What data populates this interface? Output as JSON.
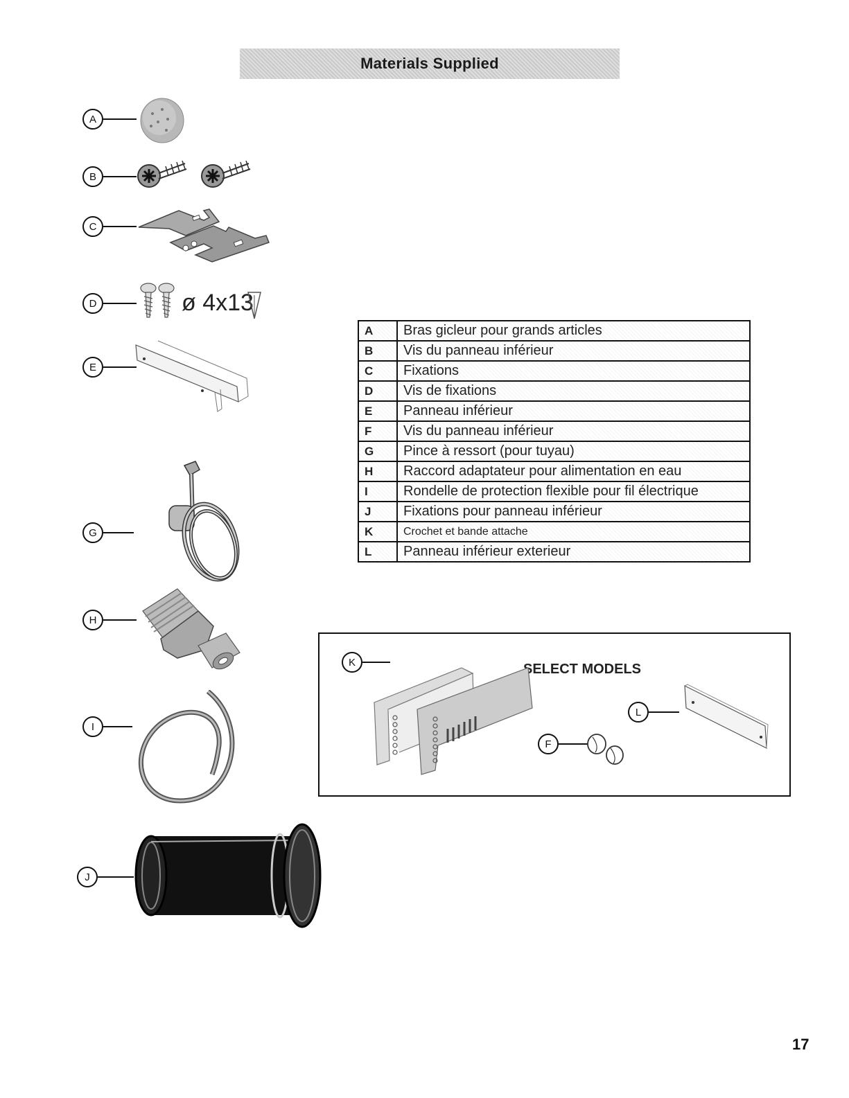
{
  "header": {
    "title": "Materials Supplied"
  },
  "labels": {
    "a": "A",
    "b": "B",
    "c": "C",
    "d": "D",
    "e": "E",
    "g": "G",
    "h": "H",
    "i": "I",
    "j": "J",
    "k": "K",
    "l": "L",
    "f": "F"
  },
  "screw_dimension": "ø 4x13",
  "parts_table": [
    {
      "letter": "A",
      "description": "Bras gicleur pour grands articles"
    },
    {
      "letter": "B",
      "description": "Vis du panneau inférieur"
    },
    {
      "letter": "C",
      "description": "Fixations"
    },
    {
      "letter": "D",
      "description": "Vis de fixations"
    },
    {
      "letter": "E",
      "description": "Panneau inférieur"
    },
    {
      "letter": "F",
      "description": "Vis du panneau inférieur"
    },
    {
      "letter": "G",
      "description": "Pince à ressort (pour tuyau)"
    },
    {
      "letter": "H",
      "description": "Raccord adaptateur pour alimentation en eau"
    },
    {
      "letter": "I",
      "description": "Rondelle de protection flexible pour fil électrique"
    },
    {
      "letter": "J",
      "description": "Fixations pour panneau inférieur"
    },
    {
      "letter": "K",
      "description": "Crochet et bande attache"
    },
    {
      "letter": "L",
      "description": "Panneau inférieur exterieur"
    }
  ],
  "select_models": {
    "title": "SELECT MODELS"
  },
  "page_number": "17"
}
